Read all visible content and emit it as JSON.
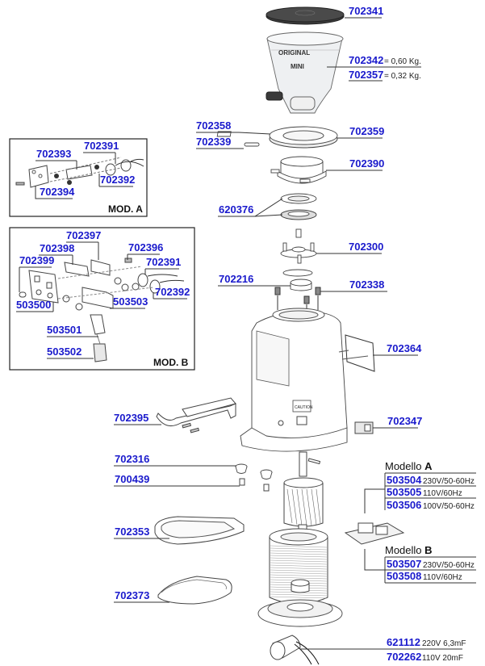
{
  "parts": {
    "lid": {
      "code": "702341"
    },
    "hopper_original": {
      "code": "702342",
      "spec": "= 0,60 Kg."
    },
    "hopper_mini": {
      "code": "702357",
      "spec": "= 0,32 Kg."
    },
    "hopper_labels": {
      "original": "ORIGINAL",
      "mini": "MINI"
    },
    "pin_plate": {
      "code": "702358"
    },
    "pin": {
      "code": "702339"
    },
    "adjust_ring": {
      "code": "702359"
    },
    "burr_carrier": {
      "code": "702390"
    },
    "burrs": {
      "code": "620376"
    },
    "burr_holder": {
      "code": "702300"
    },
    "bearing": {
      "code": "702216"
    },
    "spring": {
      "code": "702338"
    },
    "side_panel": {
      "code": "702364"
    },
    "fork": {
      "code": "702395"
    },
    "switch": {
      "code": "702347"
    },
    "foot": {
      "code": "702316"
    },
    "screw": {
      "code": "700439"
    },
    "tray": {
      "code": "702353"
    },
    "tray_grid": {
      "code": "702373"
    },
    "body_label": "CAUTION"
  },
  "mod_a": {
    "title": "MOD. A",
    "codes": {
      "c1": "702393",
      "c2": "702391",
      "c3": "702392",
      "c4": "702394"
    }
  },
  "mod_b": {
    "title": "MOD. B",
    "codes": {
      "c1": "702397",
      "c2": "702398",
      "c3": "702396",
      "c4": "702399",
      "c5": "702391",
      "c6": "702392",
      "c7": "503500",
      "c8": "503503",
      "c9": "503501",
      "c10": "503502"
    }
  },
  "boards": {
    "model_a": {
      "label": "Modello ",
      "letter": "A",
      "rows": [
        {
          "code": "503504",
          "spec": "230V/50-60Hz"
        },
        {
          "code": "503505",
          "spec": "110V/60Hz"
        },
        {
          "code": "503506",
          "spec": "100V/50-60Hz"
        }
      ]
    },
    "model_b": {
      "label": "Modello ",
      "letter": "B",
      "rows": [
        {
          "code": "503507",
          "spec": "230V/50-60Hz"
        },
        {
          "code": "503508",
          "spec": "110V/60Hz"
        }
      ]
    }
  },
  "capacitors": [
    {
      "code": "621112",
      "spec": "220V 6,3mF"
    },
    {
      "code": "702262",
      "spec": "110V 20mF"
    }
  ]
}
